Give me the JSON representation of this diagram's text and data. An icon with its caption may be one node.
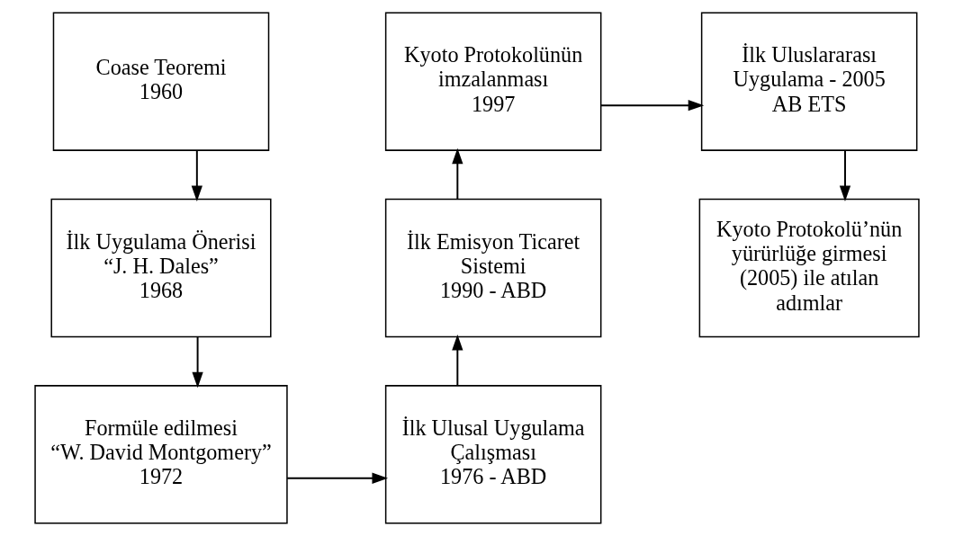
{
  "diagram": {
    "nodes": [
      {
        "text": [
          "Coase Teoremi",
          "1960"
        ]
      },
      {
        "text": [
          "İlk Uygulama Önerisi",
          "“J. H. Dales”",
          "1968"
        ]
      },
      {
        "text": [
          "Formüle edilmesi",
          "“W. David Montgomery”",
          "1972"
        ]
      },
      {
        "text": [
          "İlk Ulusal Uygulama Çalışması",
          "1976 - ABD"
        ]
      },
      {
        "text": [
          "İlk Emisyon Ticaret Sistemi",
          "1990 - ABD"
        ]
      },
      {
        "text": [
          "Kyoto Protokolünün imzalanması",
          "1997"
        ]
      },
      {
        "text": [
          "İlk Uluslararası Uygulama - 2005",
          "AB ETS"
        ]
      },
      {
        "text": [
          "Kyoto Protokolü’nün yürürlüğe girmesi (2005) ile atılan adımlar"
        ]
      }
    ],
    "edges": [
      {
        "from": 0,
        "to": 1,
        "arrow": "to"
      },
      {
        "from": 1,
        "to": 2,
        "arrow": "to"
      },
      {
        "from": 2,
        "to": 3,
        "arrow": "to"
      },
      {
        "from": 3,
        "to": 4,
        "arrow": "to"
      },
      {
        "from": 4,
        "to": 5,
        "arrow": "to"
      },
      {
        "from": 5,
        "to": 6,
        "arrow": "to"
      },
      {
        "from": 6,
        "to": 7,
        "arrow": "to"
      }
    ]
  }
}
